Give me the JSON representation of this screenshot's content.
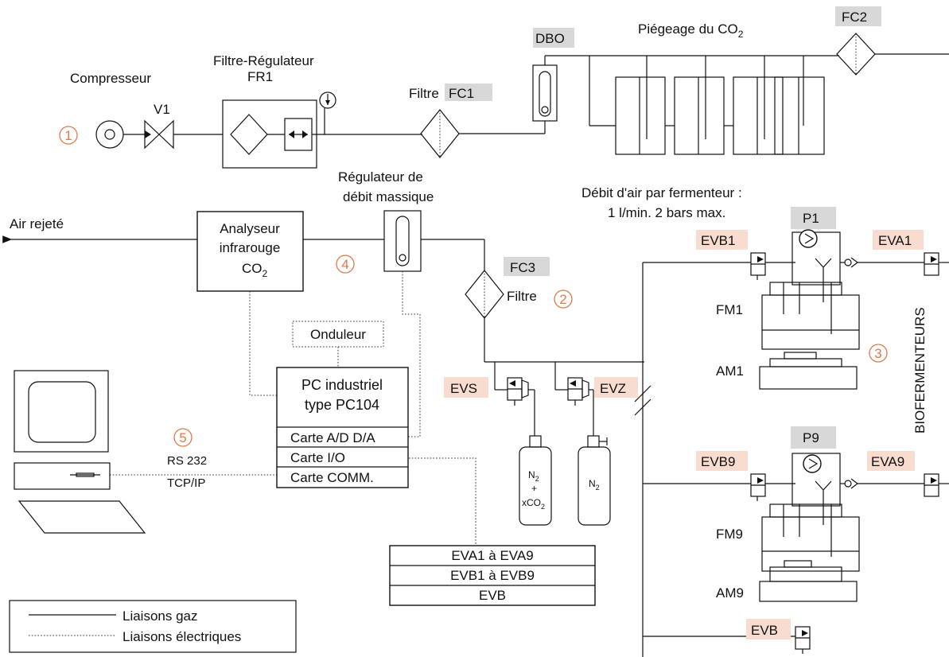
{
  "labels": {
    "compresseur": "Compresseur",
    "v1": "V1",
    "filtre_regulateur": "Filtre-Régulateur",
    "fr1": "FR1",
    "filtre_prefix": "Filtre",
    "fc1": "FC1",
    "dbo": "DBO",
    "piegeage": "Piégeage du CO",
    "piegeage_sub": "2",
    "fc2": "FC2",
    "regulateur_l1": "Régulateur de",
    "regulateur_l2": "débit massique",
    "debit_l1": "Débit d'air par fermenteur :",
    "debit_l2": "1 l/min. 2 bars max.",
    "air_rejete": "Air rejeté",
    "analyseur_l1": "Analyseur",
    "analyseur_l2": "infrarouge",
    "analyseur_l3": "CO",
    "analyseur_sub": "2",
    "fc3": "FC3",
    "filtre": "Filtre",
    "onduleur": "Onduleur",
    "pc_l1": "PC industriel",
    "pc_l2": "type PC104",
    "carte_ad": "Carte A/D D/A",
    "carte_io": "Carte I/O",
    "carte_comm": "Carte COMM.",
    "rs232": "RS 232",
    "tcpip": "TCP/IP",
    "evs": "EVS",
    "evz": "EVZ",
    "cyl1_l1": "N",
    "cyl1_sub": "2",
    "cyl1_l2": "+",
    "cyl1_l3": "xCO",
    "cyl1_sub2": "2",
    "cyl2_l1": "N",
    "cyl2_sub": "2",
    "p1": "P1",
    "evb1": "EVB1",
    "eva1": "EVA1",
    "fm1": "FM1",
    "am1": "AM1",
    "biofermenteurs": "BIOFERMENTEURS",
    "p9": "P9",
    "evb9": "EVB9",
    "eva9": "EVA9",
    "fm9": "FM9",
    "am9": "AM9",
    "evb": "EVB",
    "table_rows": [
      "EVA1 à EVA9",
      "EVB1 à EVB9",
      "EVB"
    ],
    "legend_gaz": "Liaisons gaz",
    "legend_elec": "Liaisons électriques"
  },
  "numbers": {
    "n1": "①",
    "n2": "②",
    "n3": "③",
    "n4": "④",
    "n5": "⑤"
  },
  "colors": {
    "tag_gray": "#d8d8d8",
    "tag_pink": "#f7dccf",
    "number_orange": "#e07a4a"
  }
}
